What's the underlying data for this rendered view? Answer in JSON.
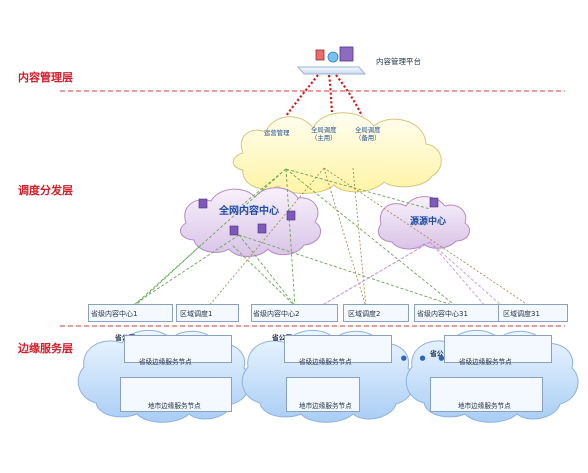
{
  "layers": {
    "content": "内容管理层",
    "dispatch": "调度分发层",
    "edge": "边缘服务层"
  },
  "top": {
    "platform": "内容管理平台"
  },
  "cloud_top": {
    "ops": "运营管理",
    "global_main": "全局调度\n（主用）",
    "global_backup": "全局调度\n（备用）"
  },
  "centers": {
    "network": "全网内容中心",
    "origin": "源源中心"
  },
  "boxes": [
    {
      "center": "省级内容中心1",
      "dispatch": "区域调度1",
      "company": "省公司1",
      "node1": "省级边缘服务节点",
      "node2": "地市边缘服务节点"
    },
    {
      "center": "省级内容中心2",
      "dispatch": "区域调度2",
      "company": "省公司2",
      "node1": "省级边缘服务节点",
      "node2": "地市边缘服务节点"
    },
    {
      "center": "省级内容中心31",
      "dispatch": "区域调度31",
      "company": "省公司31",
      "node1": "省级边缘服务节点",
      "node2": "地市边缘服务节点"
    }
  ],
  "ellipsis": "• • •"
}
